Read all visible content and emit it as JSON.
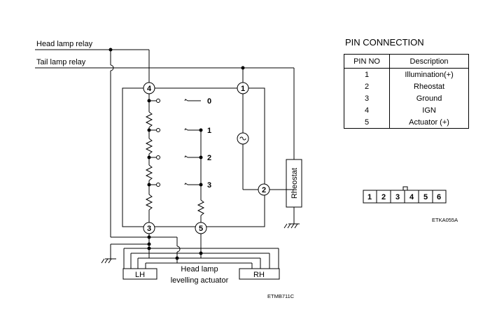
{
  "labels": {
    "head_lamp_relay": "Head lamp relay",
    "tail_lamp_relay": "Tail lamp relay",
    "rheostat": "Rheostat",
    "lh": "LH",
    "rh": "RH",
    "actuator_line1": "Head lamp",
    "actuator_line2": "levelling actuator",
    "figure_code_left": "ETMB711C",
    "figure_code_right": "ETKA055A"
  },
  "switch_positions": [
    "0",
    "1",
    "2",
    "3"
  ],
  "terminals": [
    "1",
    "2",
    "3",
    "4",
    "5"
  ],
  "pin_connection": {
    "title": "PIN CONNECTION",
    "headers": [
      "PIN NO",
      "Description"
    ],
    "rows": [
      {
        "pin": "1",
        "description": "Illumination(+)"
      },
      {
        "pin": "2",
        "description": "Rheostat"
      },
      {
        "pin": "3",
        "description": "Ground"
      },
      {
        "pin": "4",
        "description": "IGN"
      },
      {
        "pin": "5",
        "description": "Actuator (+)"
      }
    ]
  },
  "connector_pins": [
    "1",
    "2",
    "3",
    "4",
    "5",
    "6"
  ]
}
